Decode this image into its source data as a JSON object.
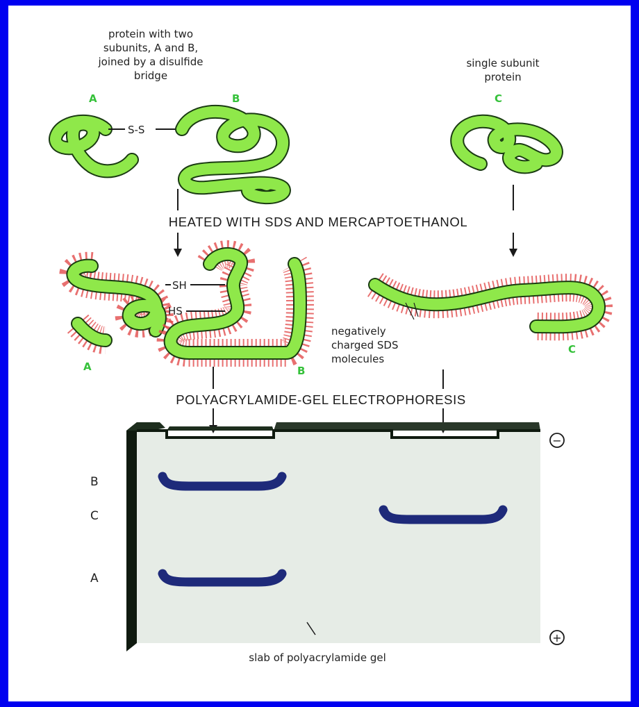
{
  "colors": {
    "border": "#0000f0",
    "protein_fill": "#8fe84a",
    "protein_outline": "#1a3b12",
    "sds_charge": "#e24c4c",
    "subunit_labels": "#35c13a",
    "gel": "#e6ece6",
    "bands": "#1e2a7a"
  },
  "top": {
    "left_caption": [
      "protein with two",
      "subunits, A and B,",
      "joined by a disulfide",
      "bridge"
    ],
    "right_caption": [
      "single subunit",
      "protein"
    ],
    "subunit_a": "A",
    "subunit_b": "B",
    "subunit_c": "C",
    "bond": "S-S"
  },
  "step1": "HEATED WITH SDS AND MERCAPTOETHANOL",
  "middle": {
    "label_a": "A",
    "label_b": "B",
    "label_c": "C",
    "sh_upper": "SH",
    "sh_lower": "HS",
    "sds_note": [
      "negatively",
      "charged SDS",
      "molecules"
    ]
  },
  "step2": "POLYACRYLAMIDE-GEL ELECTROPHORESIS",
  "gel": {
    "band_labels": [
      "B",
      "C",
      "A"
    ],
    "negative_pole": "−",
    "positive_pole": "+",
    "caption": "slab of polyacrylamide gel"
  }
}
